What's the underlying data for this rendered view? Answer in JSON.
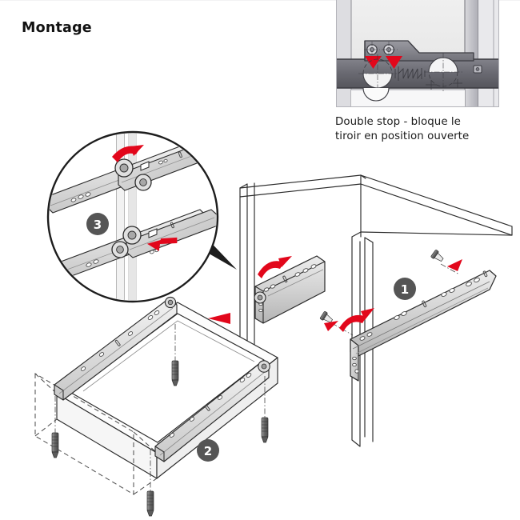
{
  "document": {
    "title": "Montage",
    "language": "fr"
  },
  "detail_figure": {
    "name": "double-stop-detail",
    "caption_line_1": "Double stop - bloque le",
    "caption_line_2": "tiroir en position ouverte",
    "caption_full": "Double stop - bloque le tiroir en position ouverte",
    "arrow_count": 2,
    "hole_count": 2
  },
  "illustration": {
    "name": "drawer-slide-mounting-diagram",
    "steps": [
      {
        "number": "1",
        "label": "1",
        "description": "cabinet-rail-mounting"
      },
      {
        "number": "2",
        "label": "2",
        "description": "drawer-rail-mounting"
      },
      {
        "number": "3",
        "label": "3",
        "description": "rail-engagement-detail"
      }
    ],
    "callout_detail_number": "3"
  },
  "colors": {
    "accent_red": "#e2071b",
    "badge_gray": "#555555",
    "badge_text": "#ffffff",
    "line_dark": "#2b2b2b",
    "metal_light": "#e2e2e2",
    "metal_mid": "#c6c6c6",
    "metal_dark": "#8f8f8f",
    "photo_bg": "#ededed",
    "photo_rail": "#6d6d72",
    "text": "#1a1a1a"
  }
}
